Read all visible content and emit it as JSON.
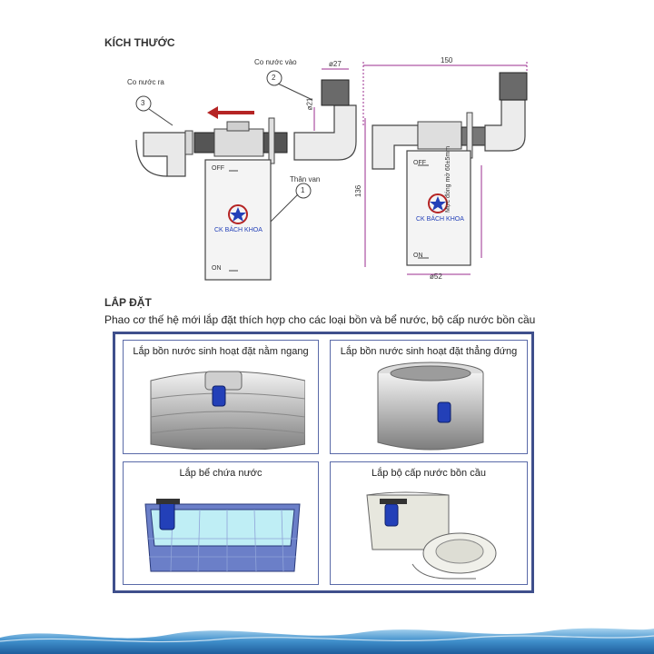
{
  "section1": {
    "title": "KÍCH THƯỚC",
    "labels": {
      "co_nuoc_vao": "Co nước vào",
      "co_nuoc_ra": "Co nước ra",
      "than_van": "Thân van",
      "off": "OFF",
      "on": "ON",
      "brand": "CK BÁCH KHOA",
      "d27": "ø27",
      "d21": "ø21",
      "d52": "ø52",
      "w150": "150",
      "h136": "136",
      "range": "Mực đóng mở 60±5mm",
      "n1": "1",
      "n2": "2",
      "n3": "3"
    }
  },
  "section2": {
    "title": "LẮP ĐẶT",
    "description": "Phao cơ thế hệ mới lắp đặt thích hợp cho các loại bồn và bể nước, bộ cấp nước bồn cầu",
    "cells": [
      {
        "label": "Lắp bồn nước sinh hoạt đặt nằm ngang"
      },
      {
        "label": "Lắp bồn nước sinh hoạt đặt thẳng đứng"
      },
      {
        "label": "Lắp bể chứa nước"
      },
      {
        "label": "Lắp bộ cấp nước bồn cầu"
      }
    ]
  },
  "colors": {
    "frame": "#3f4f8c",
    "arrow": "#b52424",
    "dimension": "#9b2c8f",
    "valve_blue": "#2340b8"
  }
}
